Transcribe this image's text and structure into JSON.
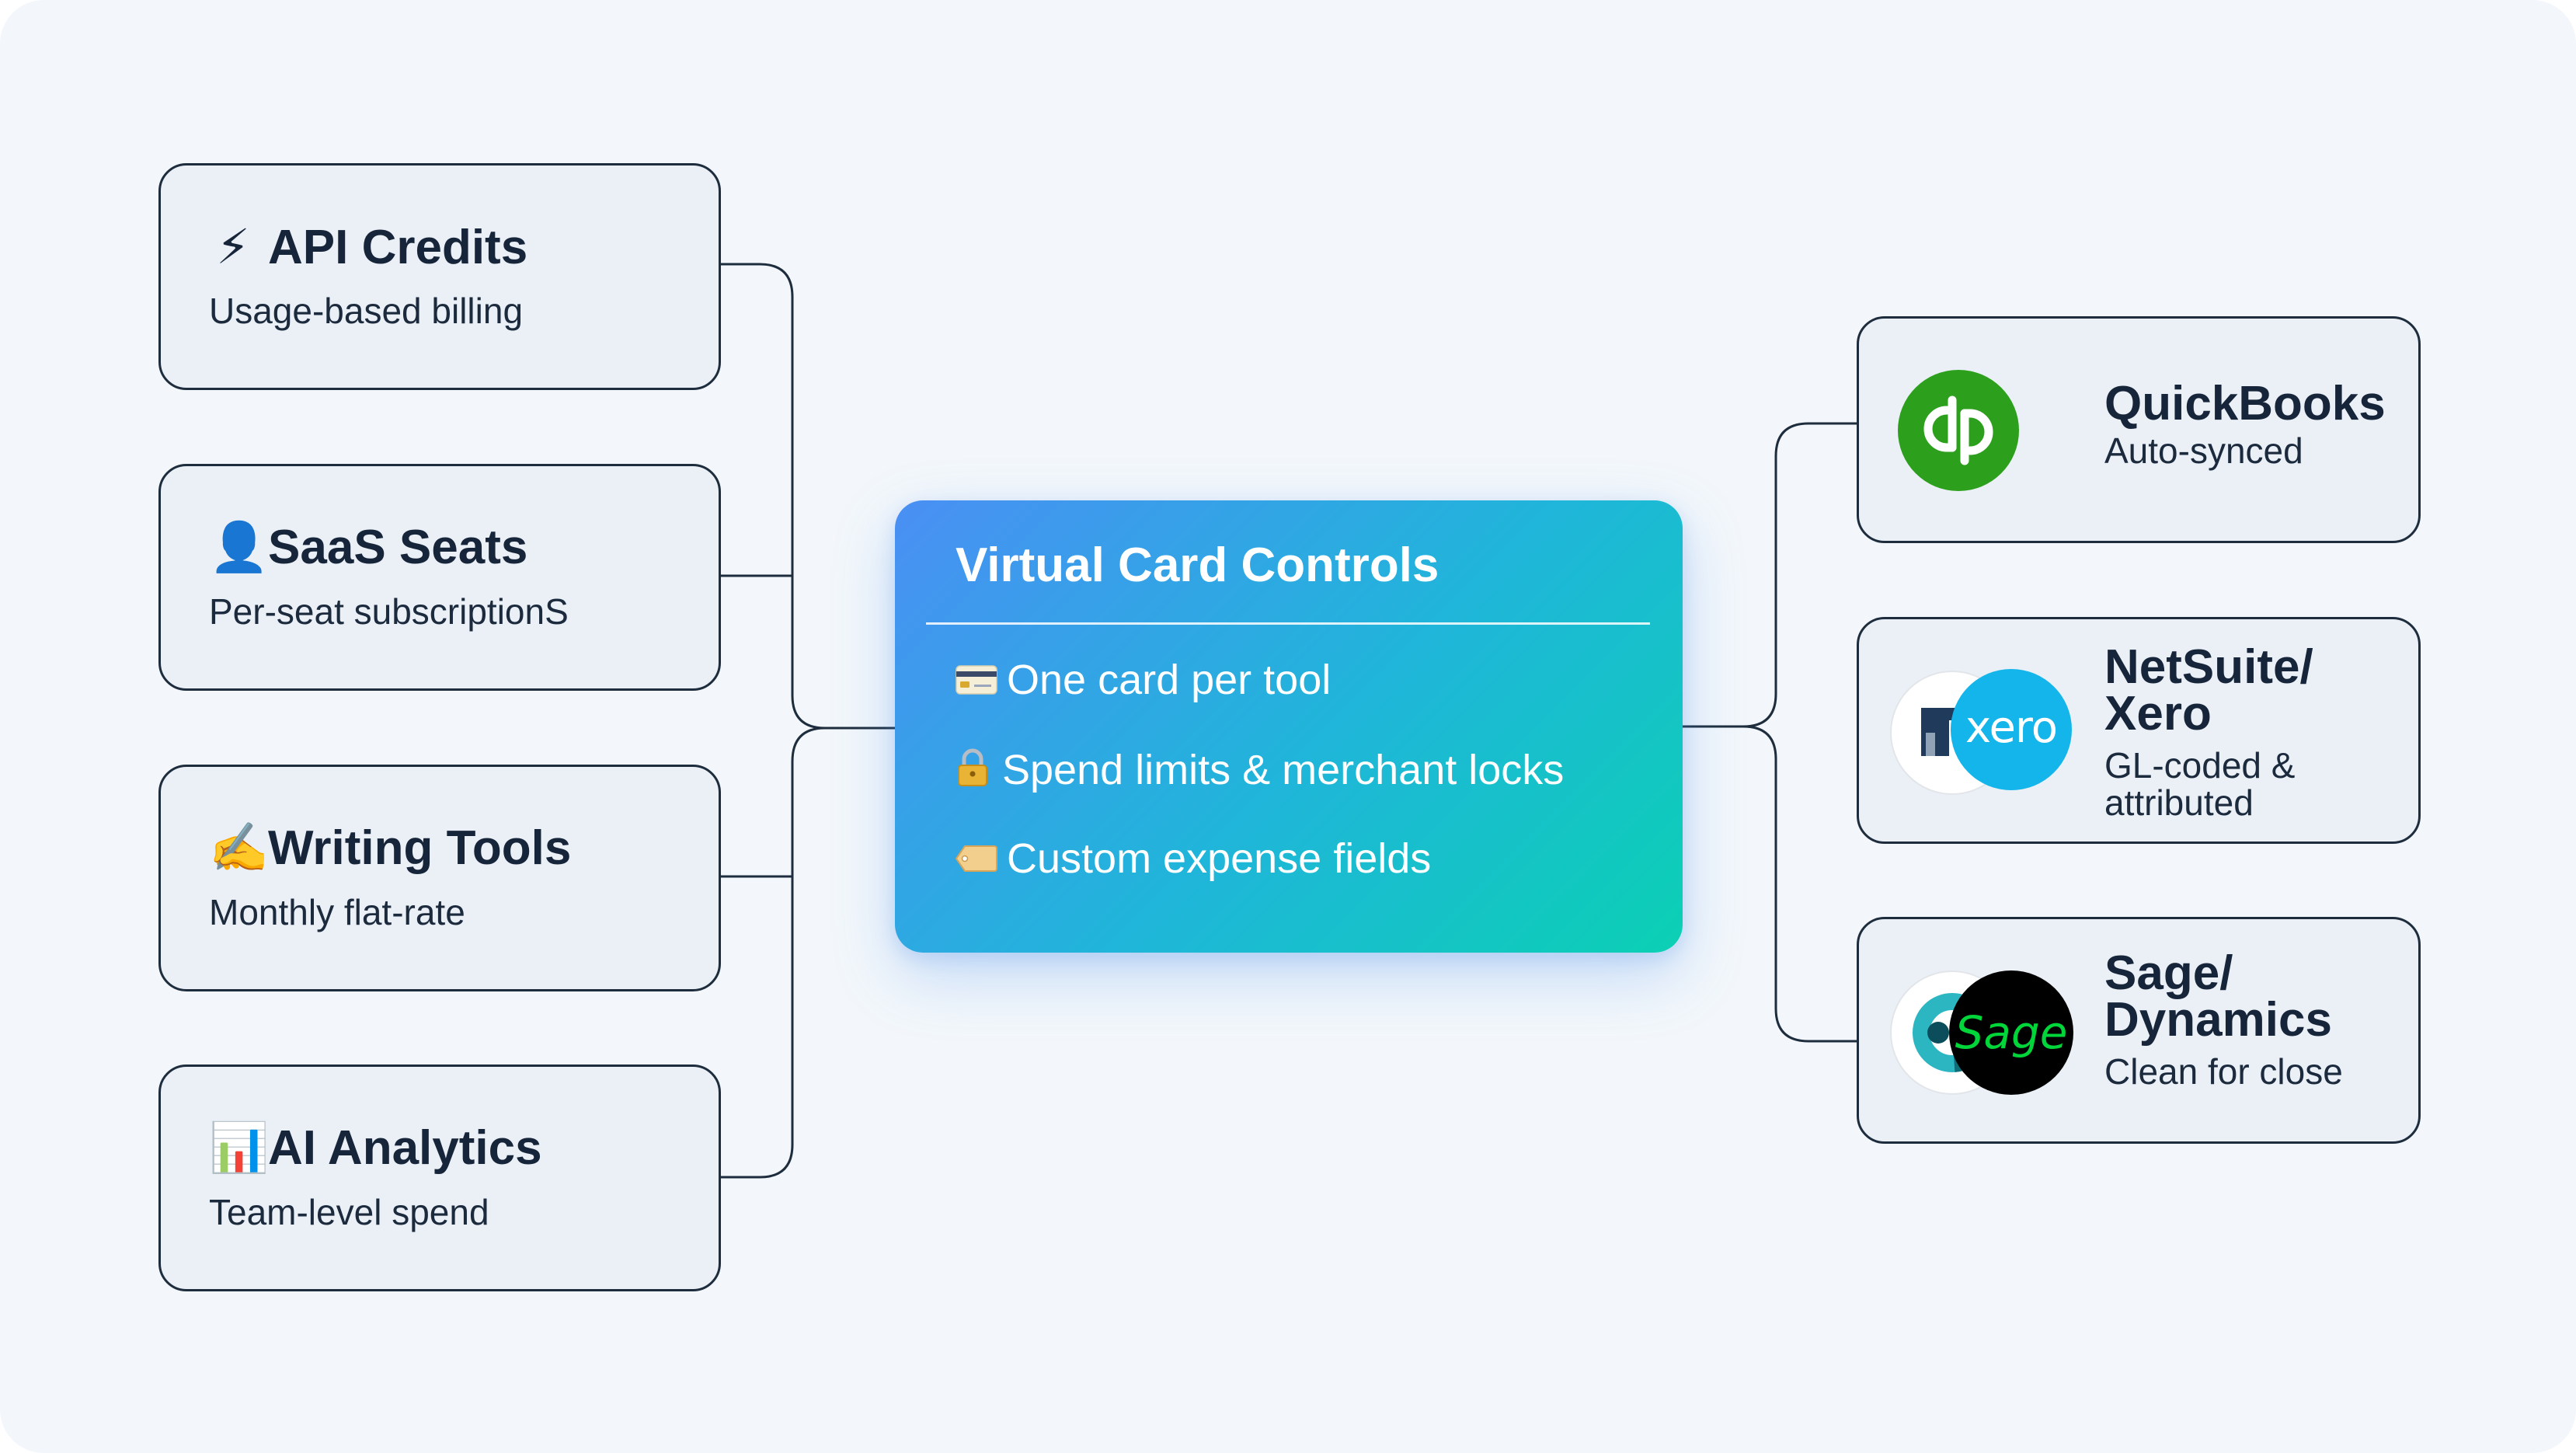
{
  "tools": [
    {
      "emoji": "⚡",
      "icon": "lightning-icon",
      "title": "API Credits",
      "subtitle": "Usage-based billing"
    },
    {
      "emoji": "👤",
      "icon": "person-icon",
      "title": "SaaS Seats",
      "subtitle": "Per-seat subscriptionS"
    },
    {
      "emoji": "✍️",
      "icon": "writing-hand-icon",
      "title": "Writing Tools",
      "subtitle": "Monthly flat-rate"
    },
    {
      "emoji": "📊",
      "icon": "bar-chart-icon",
      "title": "AI Analytics",
      "subtitle": "Team-level spend"
    }
  ],
  "center": {
    "title": "Virtual Card Controls",
    "features": [
      {
        "icon": "credit-card-icon",
        "text": "One card per tool"
      },
      {
        "icon": "lock-icon",
        "text": "Spend limits & merchant locks"
      },
      {
        "icon": "tag-icon",
        "text": "Custom expense fields"
      }
    ]
  },
  "integrations": [
    {
      "title": "QuickBooks",
      "subtitle": "Auto-synced",
      "logos": [
        "quickbooks-logo"
      ]
    },
    {
      "title": "NetSuite/ Xero",
      "title_lines": [
        "NetSuite/",
        "Xero"
      ],
      "subtitle": "GL-coded & attributed",
      "subtitle_lines": [
        "GL-coded &",
        "attributed"
      ],
      "logos": [
        "netsuite-logo",
        "xero-logo"
      ],
      "xero_wordmark": "xero"
    },
    {
      "title": "Sage/ Dynamics",
      "title_lines": [
        "Sage/",
        "Dynamics"
      ],
      "subtitle": "Clean for close",
      "logos": [
        "dynamics-logo",
        "sage-logo"
      ],
      "sage_wordmark": "Sage"
    }
  ],
  "colors": {
    "background": "#f3f7fb",
    "card_fill": "#ebf0f6",
    "card_border": "#1e2d3d",
    "connector": "#1e2d3d",
    "panel_gradient_start": "#4a8ff4",
    "panel_gradient_end": "#0bd0b4",
    "quickbooks_green": "#2ca01c",
    "xero_blue": "#13b5ea",
    "sage_green": "#00d639"
  }
}
